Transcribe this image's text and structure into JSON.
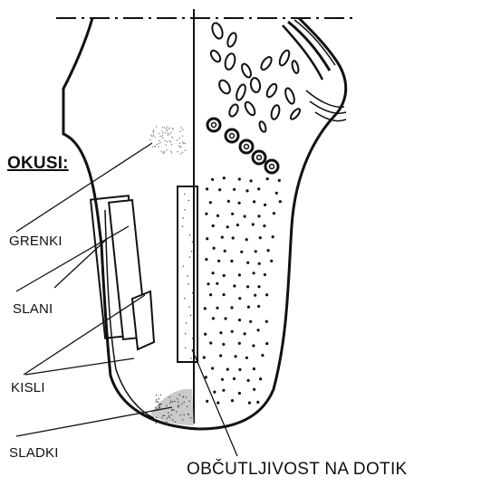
{
  "diagram": {
    "title": "OKUSI:",
    "labels": {
      "bitter": "GRENKI",
      "salty": "SLANI",
      "sour": "KISLI",
      "sweet": "SLADKI",
      "touch": "OBČUTLJIVOST NA DOTIK"
    }
  },
  "colors": {
    "ink": "#111111",
    "background": "#ffffff"
  }
}
